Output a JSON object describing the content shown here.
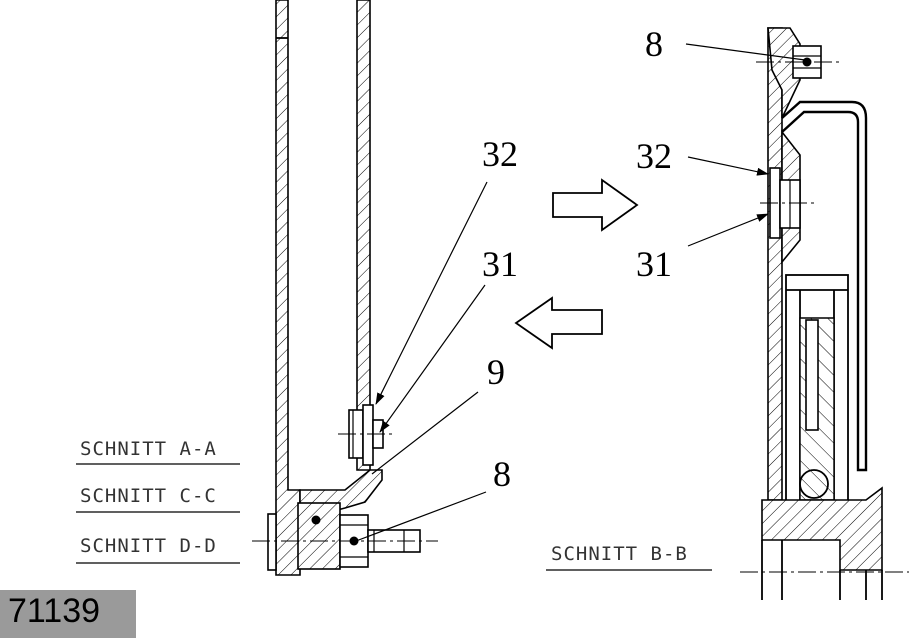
{
  "labels": {
    "left": {
      "part_32": "32",
      "part_31": "31",
      "part_9": "9",
      "part_8": "8"
    },
    "right": {
      "part_8": "8",
      "part_32": "32",
      "part_31": "31"
    }
  },
  "sections": {
    "a_a": "SCHNITT A-A",
    "c_c": "SCHNITT C-C",
    "d_d": "SCHNITT D-D",
    "b_b": "SCHNITT B-B"
  },
  "figure_id": "71139"
}
